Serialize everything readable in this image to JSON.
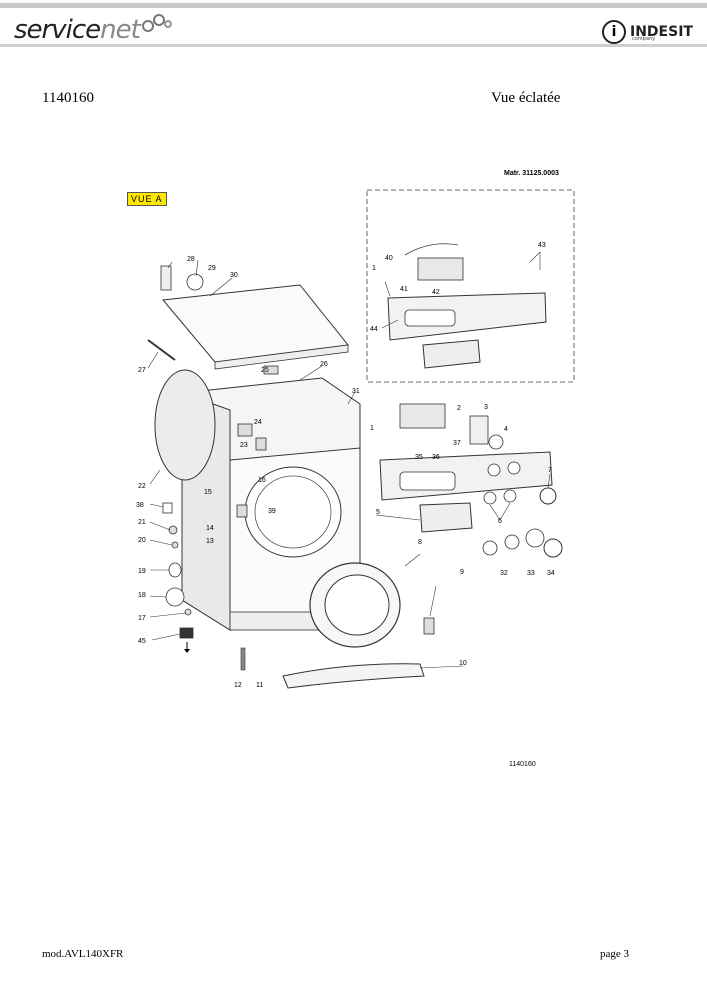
{
  "header": {
    "logo_left_a": "service",
    "logo_left_b": "net",
    "logo_right": "INDESIT",
    "logo_right_sub": "company"
  },
  "doc": {
    "code": "1140160",
    "title": "Vue éclatée"
  },
  "diagram": {
    "matr": "Matr. 31125.0003",
    "view_tag": "VUE A",
    "reference": "1140160",
    "parts": [
      {
        "n": "1"
      },
      {
        "n": "2"
      },
      {
        "n": "3"
      },
      {
        "n": "4"
      },
      {
        "n": "5"
      },
      {
        "n": "6"
      },
      {
        "n": "7"
      },
      {
        "n": "8"
      },
      {
        "n": "9"
      },
      {
        "n": "10"
      },
      {
        "n": "11"
      },
      {
        "n": "12"
      },
      {
        "n": "13"
      },
      {
        "n": "14"
      },
      {
        "n": "15"
      },
      {
        "n": "16"
      },
      {
        "n": "17"
      },
      {
        "n": "18"
      },
      {
        "n": "19"
      },
      {
        "n": "20"
      },
      {
        "n": "21"
      },
      {
        "n": "22"
      },
      {
        "n": "23"
      },
      {
        "n": "24"
      },
      {
        "n": "25"
      },
      {
        "n": "26"
      },
      {
        "n": "27"
      },
      {
        "n": "28"
      },
      {
        "n": "29"
      },
      {
        "n": "30"
      },
      {
        "n": "31"
      },
      {
        "n": "32"
      },
      {
        "n": "33"
      },
      {
        "n": "34"
      },
      {
        "n": "35"
      },
      {
        "n": "36"
      },
      {
        "n": "37"
      },
      {
        "n": "38"
      },
      {
        "n": "39"
      },
      {
        "n": "40"
      },
      {
        "n": "41"
      },
      {
        "n": "42"
      },
      {
        "n": "43"
      },
      {
        "n": "44"
      },
      {
        "n": "45"
      },
      {
        "n": "1"
      }
    ]
  },
  "footer": {
    "model": "mod.AVL140XFR",
    "page": "page 3"
  }
}
